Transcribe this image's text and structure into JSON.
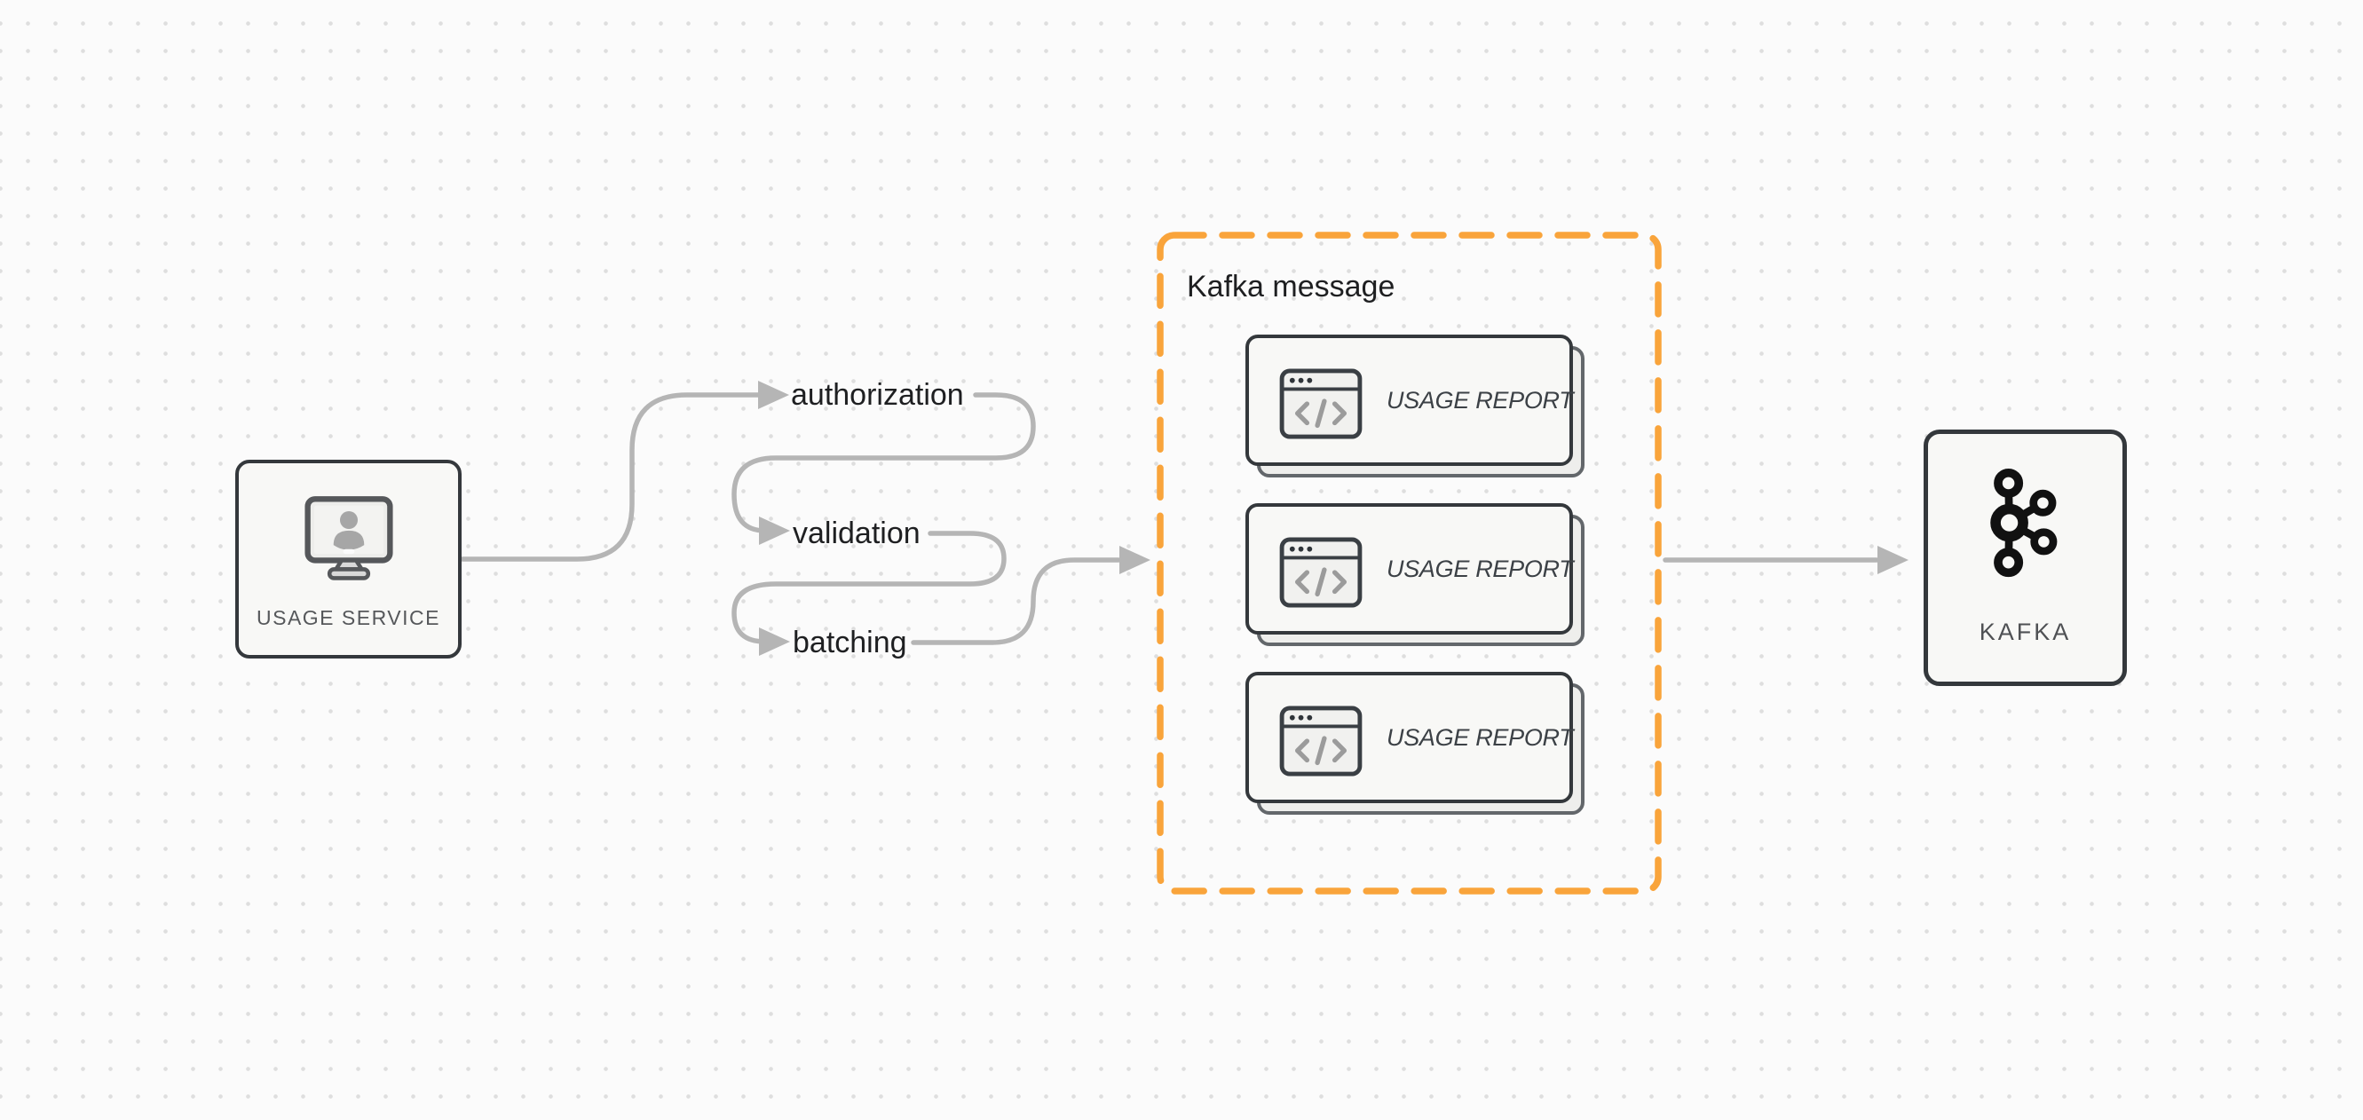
{
  "palette": {
    "background": "#fbfbfb",
    "grid_dot": "#dedede",
    "arrow_gray": "#b5b5b5",
    "node_border": "#34383c",
    "node_fill": "#f8f8f6",
    "group_accent_orange": "#f9a43b",
    "text_dark": "#1e1f21",
    "text_gray": "#56585b"
  },
  "usage_service": {
    "label": "USAGE SERVICE",
    "icon": "monitor-user-icon"
  },
  "pipeline_steps": [
    {
      "label": "authorization"
    },
    {
      "label": "validation"
    },
    {
      "label": "batching"
    }
  ],
  "kafka_message_group": {
    "title": "Kafka message",
    "cards": [
      {
        "label": "USAGE REPORT",
        "icon": "code-window-icon"
      },
      {
        "label": "USAGE REPORT",
        "icon": "code-window-icon"
      },
      {
        "label": "USAGE REPORT",
        "icon": "code-window-icon"
      }
    ]
  },
  "kafka": {
    "label": "KAFKA",
    "icon": "kafka-logo-icon"
  }
}
